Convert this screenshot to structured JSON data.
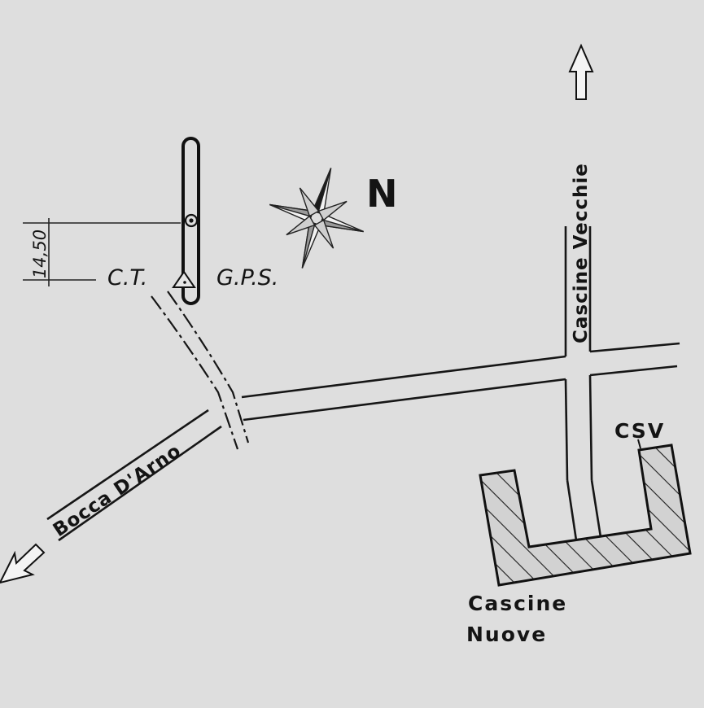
{
  "map": {
    "dimension_label": "14,50",
    "ct_label": "C.T.",
    "gps_label": "G.P.S.",
    "north_label": "N",
    "road_vecchie_label": "Cascine Vecchie",
    "road_bocca_label": "Bocca D'Arno",
    "csv_label": "CSV",
    "place_line1": "Cascine",
    "place_line2": "Nuove"
  }
}
